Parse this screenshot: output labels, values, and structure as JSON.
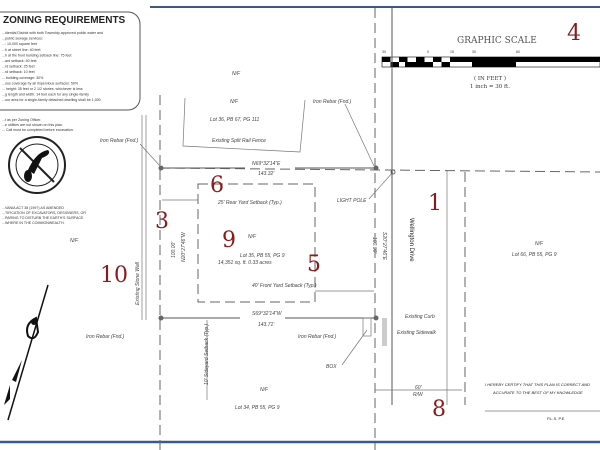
{
  "zoning": {
    "title": "ZONING REQUIREMENTS",
    "lines": [
      "...idential District with both Township-approved public water and",
      "...public sewage services:",
      "...: 10,000 square feet",
      "...h at street line: 40 feet",
      "...h at the front building setback line: 75 feet",
      "...ard setback: 40 feet",
      "...rd setback: 25 feet",
      "...rd setback: 10 feet",
      "... building coverage: 30%",
      "...ous coverage by all impervious surfaces: 50%",
      "... height: 35 feet or 2 1/2 stories, whichever is less",
      "...g length and width: 14 feet each for any single-family",
      "...oor area for a single-family detached dwelling shall be 1,000"
    ],
    "notes": [
      "...t as per                    Zoning Officer.",
      "...e utilities are not shown on this plan.",
      "... Call must be completed before excavation."
    ],
    "act_text": [
      "...VANIA ACT 38 (1997) AS AMENDED",
      "...TIFICATION OF EXCAVATORS, DESIGNERS, OR",
      "...PARING TO DISTURB THE EARTH'S SURFACE",
      "...WHERE IN THE COMMONWEALTH."
    ]
  },
  "scale": {
    "title": "GRAPHIC SCALE",
    "ticks": [
      "30",
      "0",
      "15",
      "30",
      "60"
    ],
    "units": "( IN FEET )",
    "ratio": "1 inch = 30 ft."
  },
  "plan": {
    "nf": "N/F",
    "lot36": "Lot 36, PB 67, PG 111",
    "fence": "Existing Split Rail Fence",
    "iron_rebar": "Iron Rebar (Fnd.)",
    "north_bearing": "N69°32'14\"E",
    "north_dist": "143.32'",
    "south_bearing": "S69°32'14\"W",
    "south_dist": "143.71'",
    "west_bearing": "N20°27'46\"W",
    "east_bearing": "S20°27'46\"E",
    "side_dist": "100.00'",
    "rear_setback": "25' Rear Yard Setback (Typ.)",
    "front_setback": "40' Front Yard Setback (Typ.)",
    "side_setback": "10' Sideyard Setback (Typ.)",
    "lot35": "Lot 35, PB 55, PG 9",
    "area": "14,351 sq. ft.  0.33 acres",
    "light_pole": "LIGHT POLE",
    "street": "Wellington Drive",
    "lot66": "Lot 66, PB 55, PG 9",
    "lot34": "Lot 34, PB 55, PG 9",
    "curb": "Existing Curb",
    "sidewalk": "Existing Sidewalk",
    "box": "BOX",
    "row_width": "60'",
    "row_label": "R/W",
    "stone_wall": "Existing Stone Wall",
    "cert_line1": "I HEREBY CERTIFY THAT THIS PLAN IS CORRECT AND",
    "cert_line2": "ACCURATE TO THE BEST OF MY KNOWLEDGE",
    "pls": "P.L.S.  P.E"
  },
  "markers": [
    "1",
    "3",
    "4",
    "5",
    "6",
    "8",
    "9",
    "10"
  ],
  "colors": {
    "marker": "#8b1a1a",
    "border": "#3a5a8a"
  }
}
